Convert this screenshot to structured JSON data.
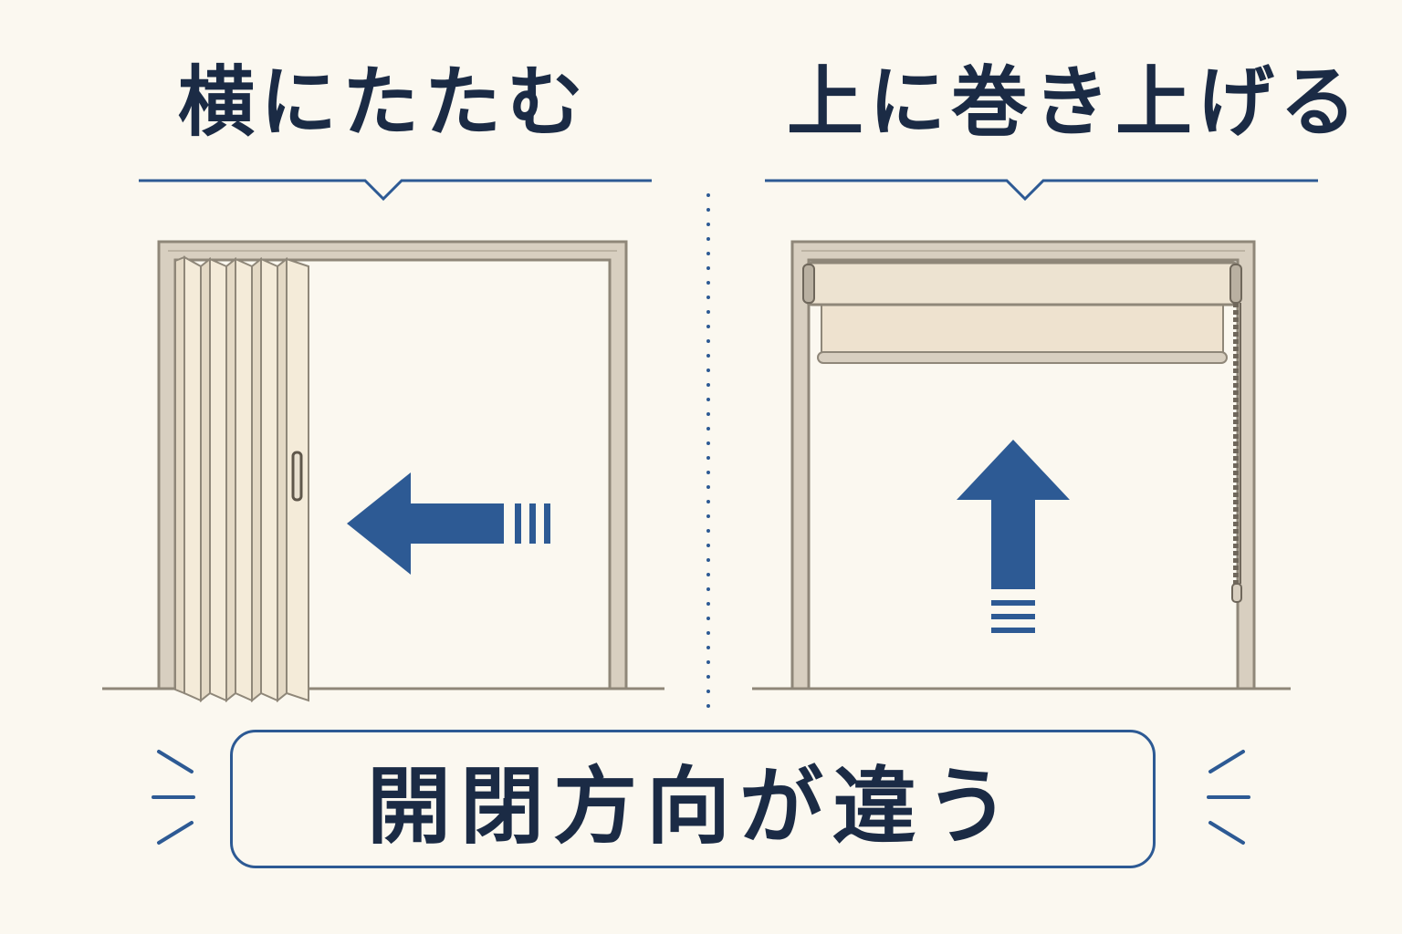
{
  "headings": {
    "left": "横にたたむ",
    "right": "上に巻き上げる"
  },
  "caption": "開閉方向が違う",
  "colors": {
    "background": "#fbf8f0",
    "navy_text": "#1b2b45",
    "accent_blue": "#2d5a94",
    "frame": "#d8cfc0",
    "frame_outline": "#8f8779",
    "panel": "#f3ead8",
    "shade": "#eee2cf"
  },
  "icons": {
    "left_arrow": "arrow-left-icon",
    "up_arrow": "arrow-up-icon"
  }
}
